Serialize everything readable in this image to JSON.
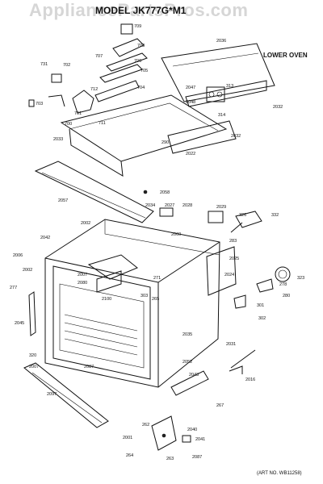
{
  "header": {
    "watermark": "AppliancePartsPros.com",
    "model_title": "MODEL JK777G*M1",
    "section_label": "LOWER OVEN",
    "art_number": "(ART NO. WB11258)"
  },
  "part_numbers": [
    "709",
    "707",
    "708",
    "706",
    "705",
    "704",
    "702",
    "731",
    "712",
    "701",
    "703",
    "700",
    "711",
    "2036",
    "2047",
    "313",
    "2048",
    "314",
    "2032",
    "2033",
    "290",
    "2032",
    "2022",
    "2058",
    "2057",
    "2034",
    "2027",
    "2028",
    "2029",
    "326",
    "332",
    "2002",
    "2042",
    "2060",
    "283",
    "2025",
    "2006",
    "2002",
    "2007",
    "2080",
    "2100",
    "271",
    "303",
    "265",
    "301",
    "302",
    "323",
    "278",
    "280",
    "2024",
    "277",
    "2045",
    "2035",
    "2052",
    "2031",
    "2087",
    "320",
    "2007",
    "2043",
    "2016",
    "2097",
    "262",
    "2040",
    "2041",
    "264",
    "263",
    "2087",
    "2001",
    "267"
  ]
}
